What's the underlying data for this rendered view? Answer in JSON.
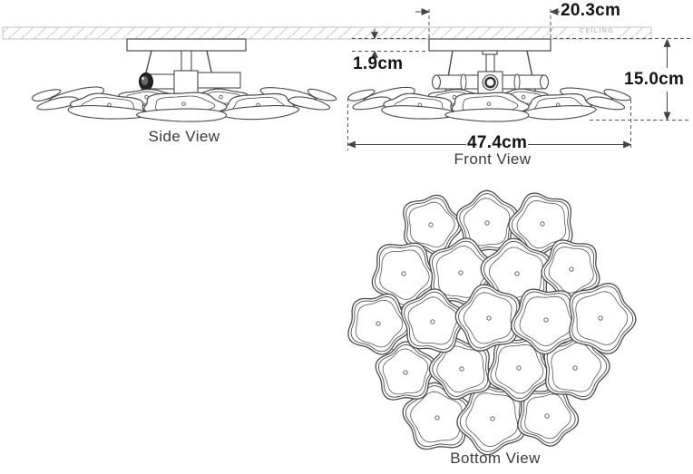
{
  "views": {
    "side": "Side View",
    "front": "Front View",
    "bottom": "Bottom View"
  },
  "ceiling": {
    "label": "CEILING"
  },
  "dimensions": {
    "canopy_width": "20.3cm",
    "canopy_drop": "1.9cm",
    "overall_height": "15.0cm",
    "overall_width": "47.4cm"
  },
  "bottom_view": {
    "flower_count": 19
  },
  "colors": {
    "background": "#ffffff",
    "line": "#4a4a4a",
    "dimension_line": "#444444",
    "dimension_text": "#141414",
    "ceiling_hatch": "#cccccc",
    "ceiling_border": "#c0c0c0",
    "ceiling_text": "#c2c2c2"
  }
}
